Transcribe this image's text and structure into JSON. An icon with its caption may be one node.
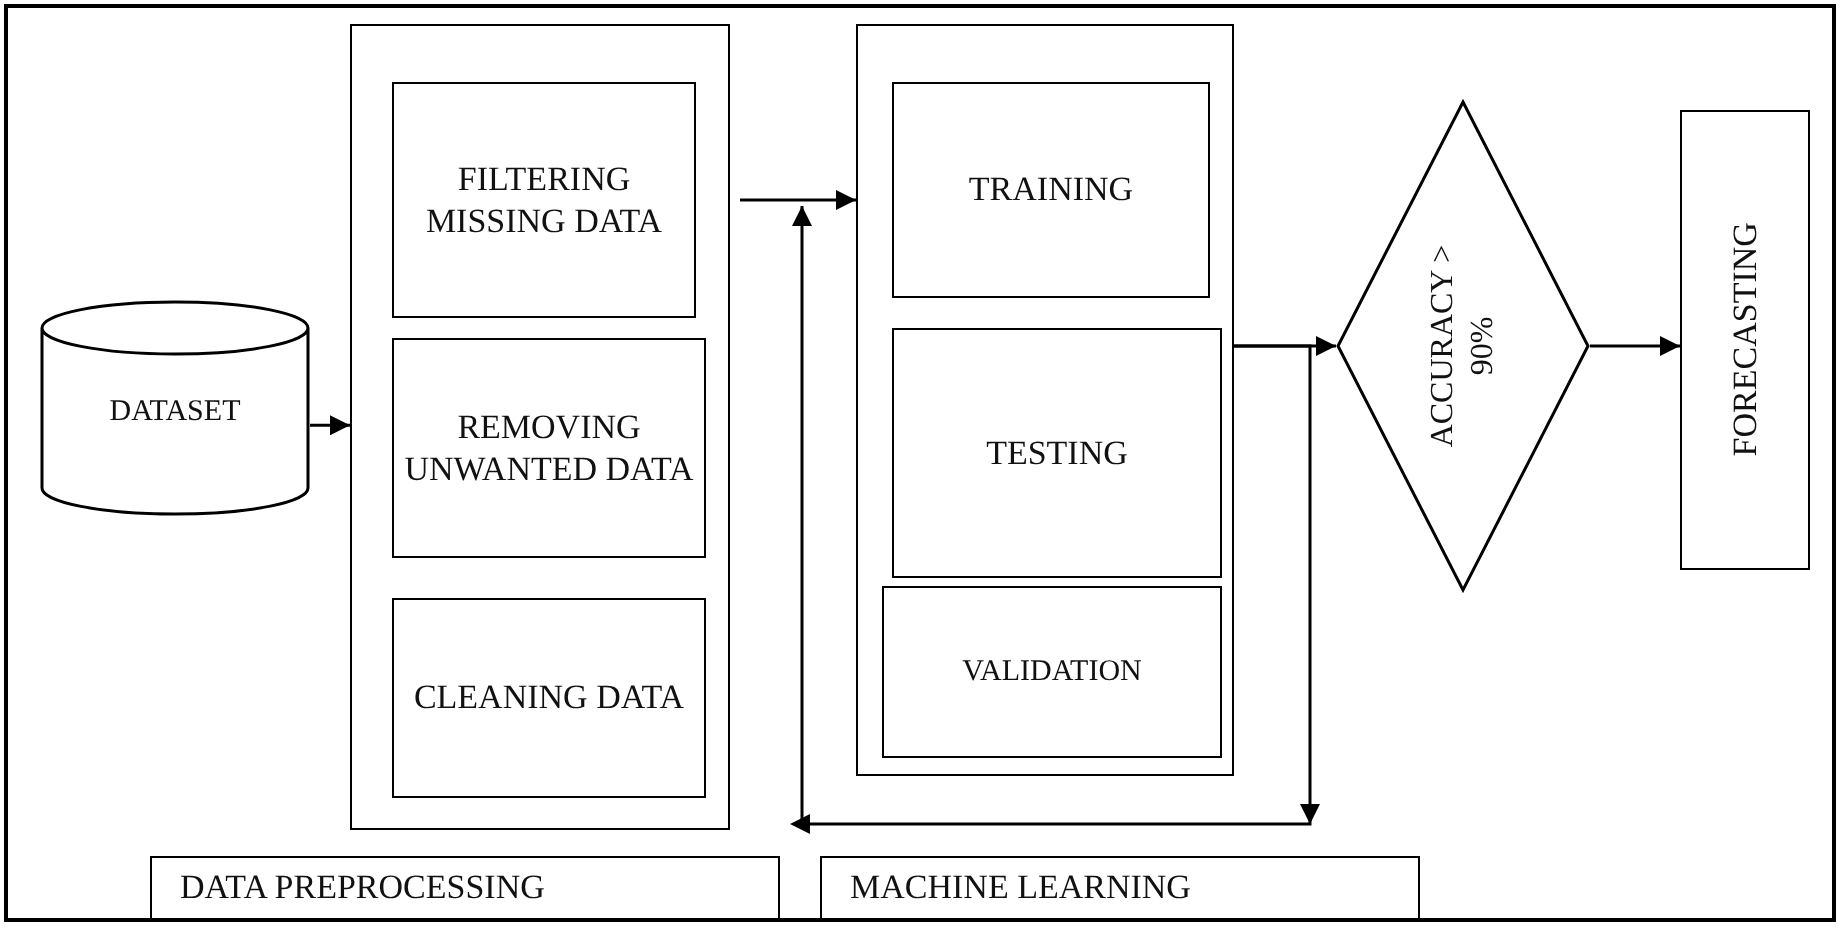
{
  "diagram": {
    "nodes": [
      {
        "text": [
          "DATASET"
        ]
      },
      {
        "text": [],
        "shape": "box"
      },
      {
        "text": [
          "FILTERING MISSING DATA"
        ],
        "in": 1
      },
      {
        "text": [
          "REMOVING UNWANTED DATA"
        ],
        "in": 1
      },
      {
        "text": [
          "CLEANING DATA"
        ],
        "in": 1
      },
      {
        "text": [],
        "shape": "box"
      },
      {
        "text": [
          "TRAINING"
        ],
        "in": 5
      },
      {
        "text": [
          "TESTING"
        ],
        "in": 5
      },
      {
        "text": [
          "VALIDATION"
        ],
        "in": 5
      },
      {
        "text": [
          "ACCURACY > 90%"
        ]
      },
      {
        "text": [
          "FORECASTING"
        ]
      },
      {
        "text": [
          "DATA PREPROCESSING"
        ]
      },
      {
        "text": [
          "MACHINE LEARNING"
        ]
      }
    ],
    "edges": [
      {
        "from": 0,
        "to": 1,
        "arrow": "to"
      },
      {
        "from": 1,
        "to": 5,
        "arrow": "to"
      },
      {
        "from": 5,
        "to": 9,
        "arrow": "to"
      },
      {
        "from": 9,
        "to": 10,
        "arrow": "to"
      },
      {
        "from": 5,
        "to": null,
        "arrow": "to"
      }
    ]
  }
}
